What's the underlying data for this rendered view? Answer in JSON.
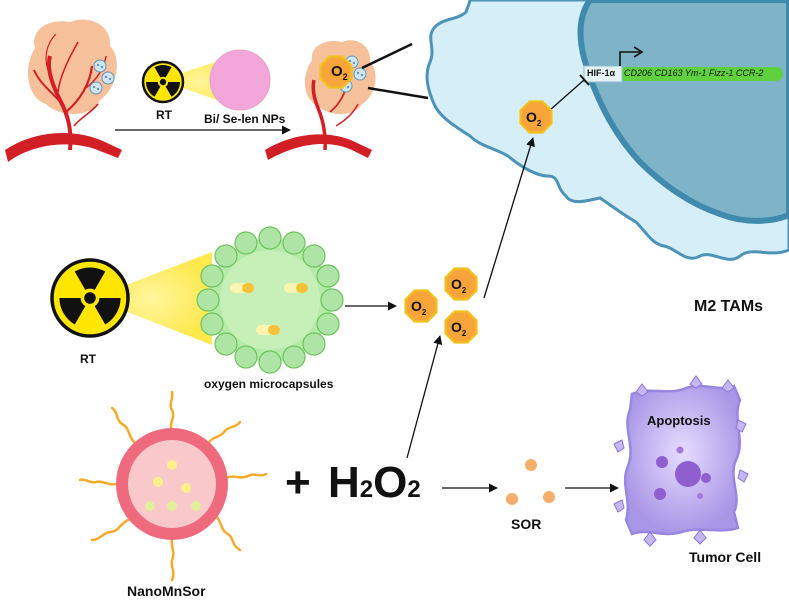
{
  "labels": {
    "rt_top": "RT",
    "bi_se_nps": "Bi/ Se-len NPs",
    "rt_mid": "RT",
    "oxygen_microcapsules": "oxygen microcapsules",
    "m2_tams": "M2 TAMs",
    "nanomnsor": "NanoMnSor",
    "plus": "+",
    "h2o2": "H2O2",
    "sor": "SOR",
    "apoptosis": "Apoptosis",
    "tumor_cell": "Tumor Cell",
    "hif": "HIF-1α",
    "genes": "CD206 CD163 Ym-1 Fizz-1 CCR-2",
    "o2": "O2"
  },
  "colors": {
    "vessel": "#d21f26",
    "tumor_mass": "#f6c09b",
    "pink_np": "#f2a6d9",
    "yellow_glow": "#fff59d",
    "macrophage_fill": "#d6eef7",
    "macrophage_edge": "#4d93b8",
    "nucleus": "#7fb4c8",
    "capsule_green": "#a9e3a1",
    "o2_fill": "#f7a43b",
    "np_ring": "#f0607a",
    "np_core": "#f9c5c8",
    "ligand": "#f7a824",
    "sor_dot": "#f6ae6c",
    "tumor_cell": "#b8a8ea",
    "gene_bar": "#5fd13f"
  },
  "icons": [
    "radiation-icon",
    "oxygen-molecule-icon",
    "nanoparticle-icon"
  ]
}
